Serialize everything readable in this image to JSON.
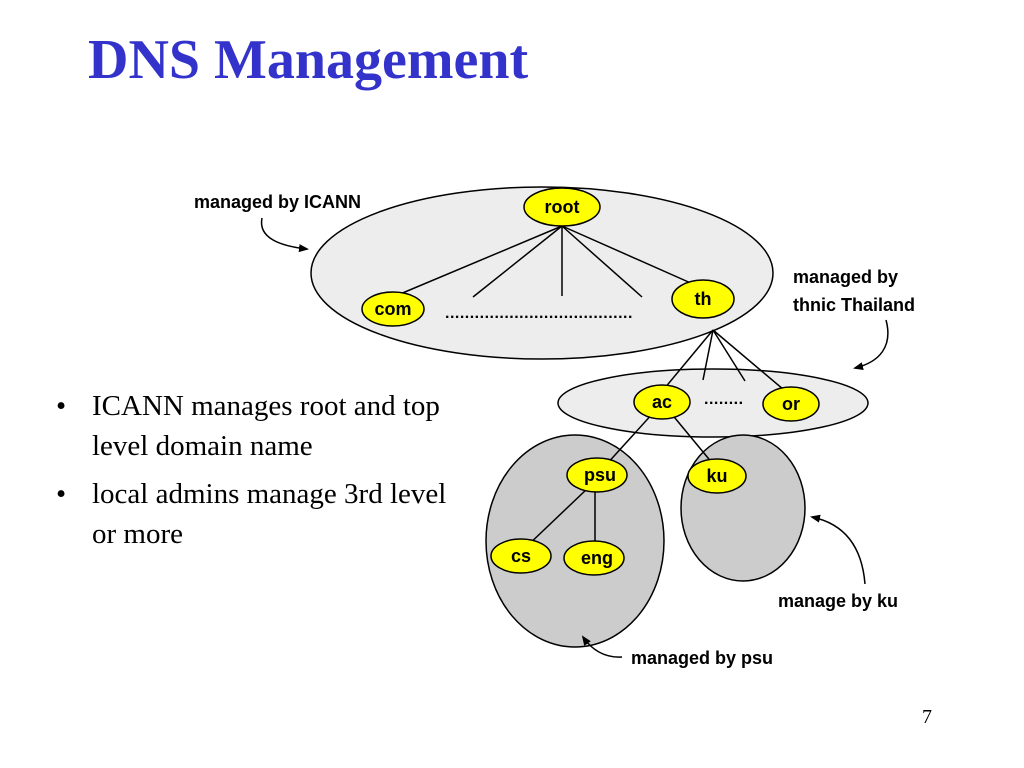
{
  "slide": {
    "title": "DNS Management",
    "page_number": "7"
  },
  "bullets": [
    {
      "marker": "•",
      "text": "ICANN manages root and top level domain name"
    },
    {
      "marker": "•",
      "text": "local admins manage 3rd level or more"
    }
  ],
  "diagram": {
    "nodes": {
      "root": "root",
      "com": "com",
      "th": "th",
      "ac": "ac",
      "or": "or",
      "psu": "psu",
      "ku": "ku",
      "cs": "cs",
      "eng": "eng"
    },
    "ellipsis_tld": "......................................",
    "ellipsis_th": "........",
    "labels": {
      "icann": "managed by ICANN",
      "thnic_line1": "managed by",
      "thnic_line2": "thnic Thailand",
      "ku": "manage by ku",
      "psu": "managed by psu"
    },
    "colors": {
      "node_fill": "#ffff00",
      "zone_light": "#ededed",
      "zone_dark": "#cccccc",
      "title": "#3333cc"
    }
  }
}
